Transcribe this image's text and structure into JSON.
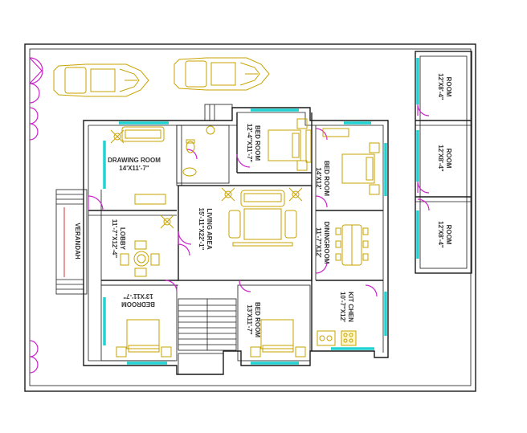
{
  "rooms": [
    {
      "id": "drawing",
      "name": "DRAWING ROOM",
      "size": "14'X11'-7\""
    },
    {
      "id": "lobby",
      "name": "LOBBY",
      "size": "11'-7\"X12'-4\""
    },
    {
      "id": "verandah",
      "name": "VERANDAH",
      "size": ""
    },
    {
      "id": "living",
      "name": "LIVING AREA",
      "size": "15'-11\"X22'-1\""
    },
    {
      "id": "bed1",
      "name": "BED ROOM",
      "size": "12'-4\"X11'-7\""
    },
    {
      "id": "bed2",
      "name": "BED ROOM",
      "size": "14'X12'"
    },
    {
      "id": "dining",
      "name": "DININGROOM",
      "size": "11'-7\"X12'"
    },
    {
      "id": "kitchen",
      "name": "KIT CHEN",
      "size": "10'-7\"X12'"
    },
    {
      "id": "bed3",
      "name": "BED ROOM",
      "size": "13'X11'-7\""
    },
    {
      "id": "bedroom4",
      "name": "BEDROOM",
      "size": "13'X11'-7\""
    },
    {
      "id": "shop1",
      "name": "ROOM",
      "size": "12'X8'-4\""
    },
    {
      "id": "shop2",
      "name": "ROOM",
      "size": "12'X8'-4\""
    },
    {
      "id": "shop3",
      "name": "ROOM",
      "size": "12'X8'-4\""
    }
  ],
  "colors": {
    "wall": "#1a1a1a",
    "window": "#22d3d3",
    "door": "#cc22cc",
    "furniture": "#c9a300",
    "dimension": "#b00000"
  }
}
